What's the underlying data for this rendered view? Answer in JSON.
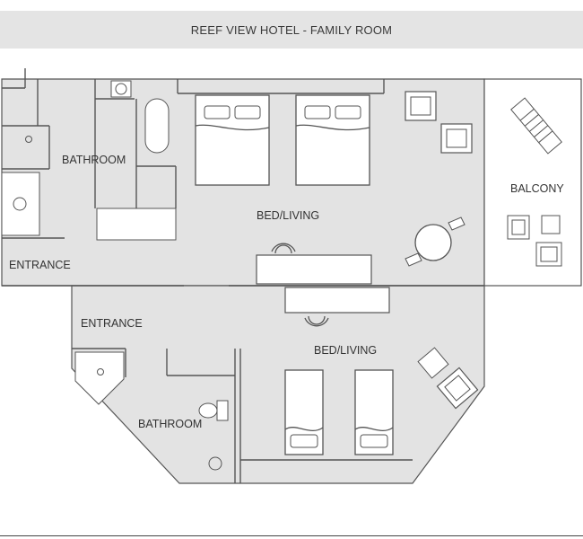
{
  "title": "REEF VIEW HOTEL - FAMILY ROOM",
  "labels": {
    "bathroom_upper": "BATHROOM",
    "bed_living_upper": "BED/LIVING",
    "entrance_upper": "ENTRANCE",
    "balcony": "BALCONY",
    "entrance_lower": "ENTRANCE",
    "bed_living_lower": "BED/LIVING",
    "bathroom_lower": "BATHROOM"
  },
  "colors": {
    "floor": "#e3e3e3",
    "wall": "#555555",
    "furniture": "#ffffff",
    "title_bar": "#e4e4e4"
  }
}
